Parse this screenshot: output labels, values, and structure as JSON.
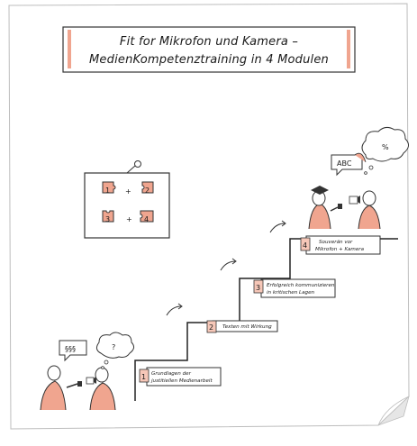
{
  "title": {
    "line1": "Fit for Mikrofon und Kamera –",
    "line2": "MedienKompetenztraining in 4 Modulen"
  },
  "puzzle": {
    "pieces": [
      "1",
      "2",
      "3",
      "4"
    ],
    "plus": "+"
  },
  "steps": [
    {
      "number": "1",
      "line1": "Grundlagen der",
      "line2": "justitiellen Medienarbeit"
    },
    {
      "number": "2",
      "line1": "Texten mit Wirkung",
      "line2": ""
    },
    {
      "number": "3",
      "line1": "Erfolgreich kommunizieren",
      "line2": "in kritischen Lagen"
    },
    {
      "number": "4",
      "line1": "Souverän vor",
      "line2": "Mikrofon + Kamera"
    }
  ],
  "bubbles": {
    "paragraphs": "§§§",
    "question": "?",
    "abc": "ABC",
    "thought_top": "%"
  },
  "colors": {
    "accent": "#f0a58f",
    "accent_light": "#f6c7b8",
    "ink": "#1a1a1a",
    "paper_shadow": "#d9d9d9"
  }
}
